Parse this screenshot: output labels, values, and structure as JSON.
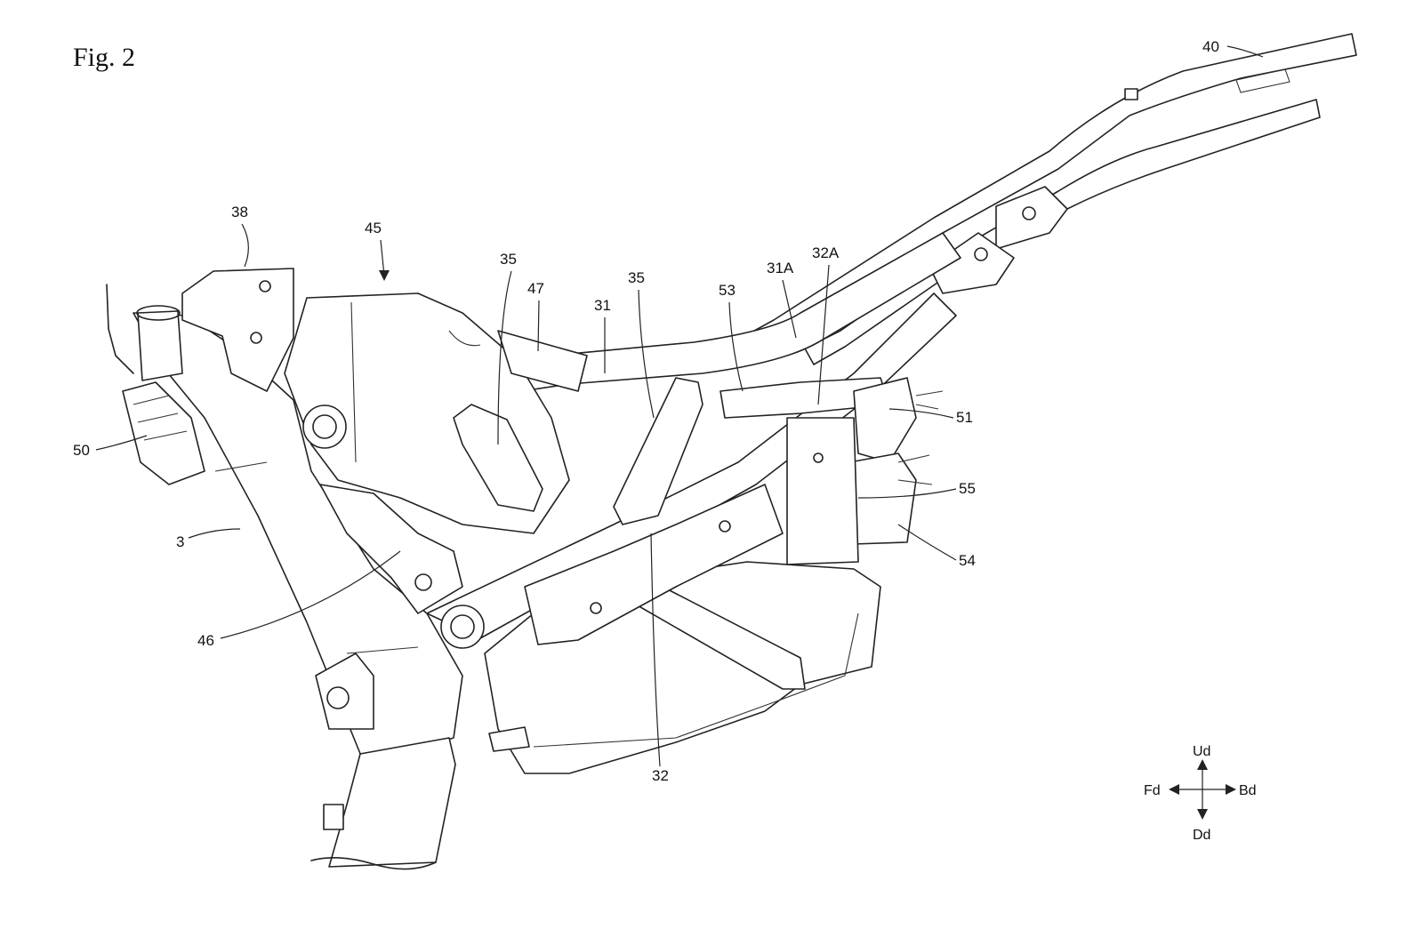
{
  "figure": {
    "title": "Fig. 2"
  },
  "reference_numerals": [
    {
      "id": "n40",
      "text": "40"
    },
    {
      "id": "n38",
      "text": "38"
    },
    {
      "id": "n45",
      "text": "45"
    },
    {
      "id": "n35a",
      "text": "35"
    },
    {
      "id": "n47",
      "text": "47"
    },
    {
      "id": "n35b",
      "text": "35"
    },
    {
      "id": "n31",
      "text": "31"
    },
    {
      "id": "n53",
      "text": "53"
    },
    {
      "id": "n31A",
      "text": "31A"
    },
    {
      "id": "n32A",
      "text": "32A"
    },
    {
      "id": "n51",
      "text": "51"
    },
    {
      "id": "n50",
      "text": "50"
    },
    {
      "id": "n55",
      "text": "55"
    },
    {
      "id": "n3",
      "text": "3"
    },
    {
      "id": "n54",
      "text": "54"
    },
    {
      "id": "n46",
      "text": "46"
    },
    {
      "id": "n32",
      "text": "32"
    }
  ],
  "direction_legend": {
    "up": "Ud",
    "down": "Dd",
    "front": "Fd",
    "back": "Bd"
  }
}
